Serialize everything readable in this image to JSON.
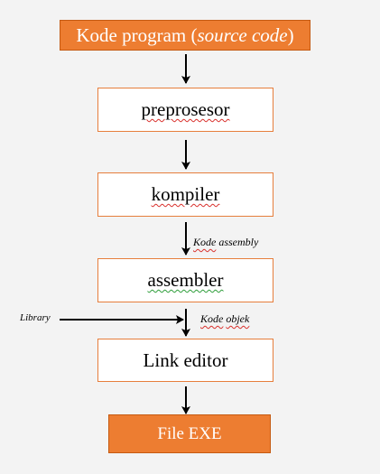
{
  "diagram": {
    "nodes": {
      "source": {
        "text_main": "Kode program (",
        "text_italic": "source code",
        "text_close": ")"
      },
      "preprosesor": {
        "label": "preprosesor"
      },
      "kompiler": {
        "label": "kompiler"
      },
      "assembler": {
        "label": "assembler"
      },
      "link_editor": {
        "label": "Link editor"
      },
      "file_exe": {
        "label": "File EXE"
      }
    },
    "edge_labels": {
      "kode_assembly_word1": "Kode",
      "kode_assembly_word2": "assembly",
      "kode_objek_word1": "Kode",
      "kode_objek_word2": "objek",
      "library": "Library"
    },
    "colors": {
      "orange_fill": "#ed7d31",
      "orange_border": "#e67e3c",
      "background": "#f3f3f3"
    }
  }
}
